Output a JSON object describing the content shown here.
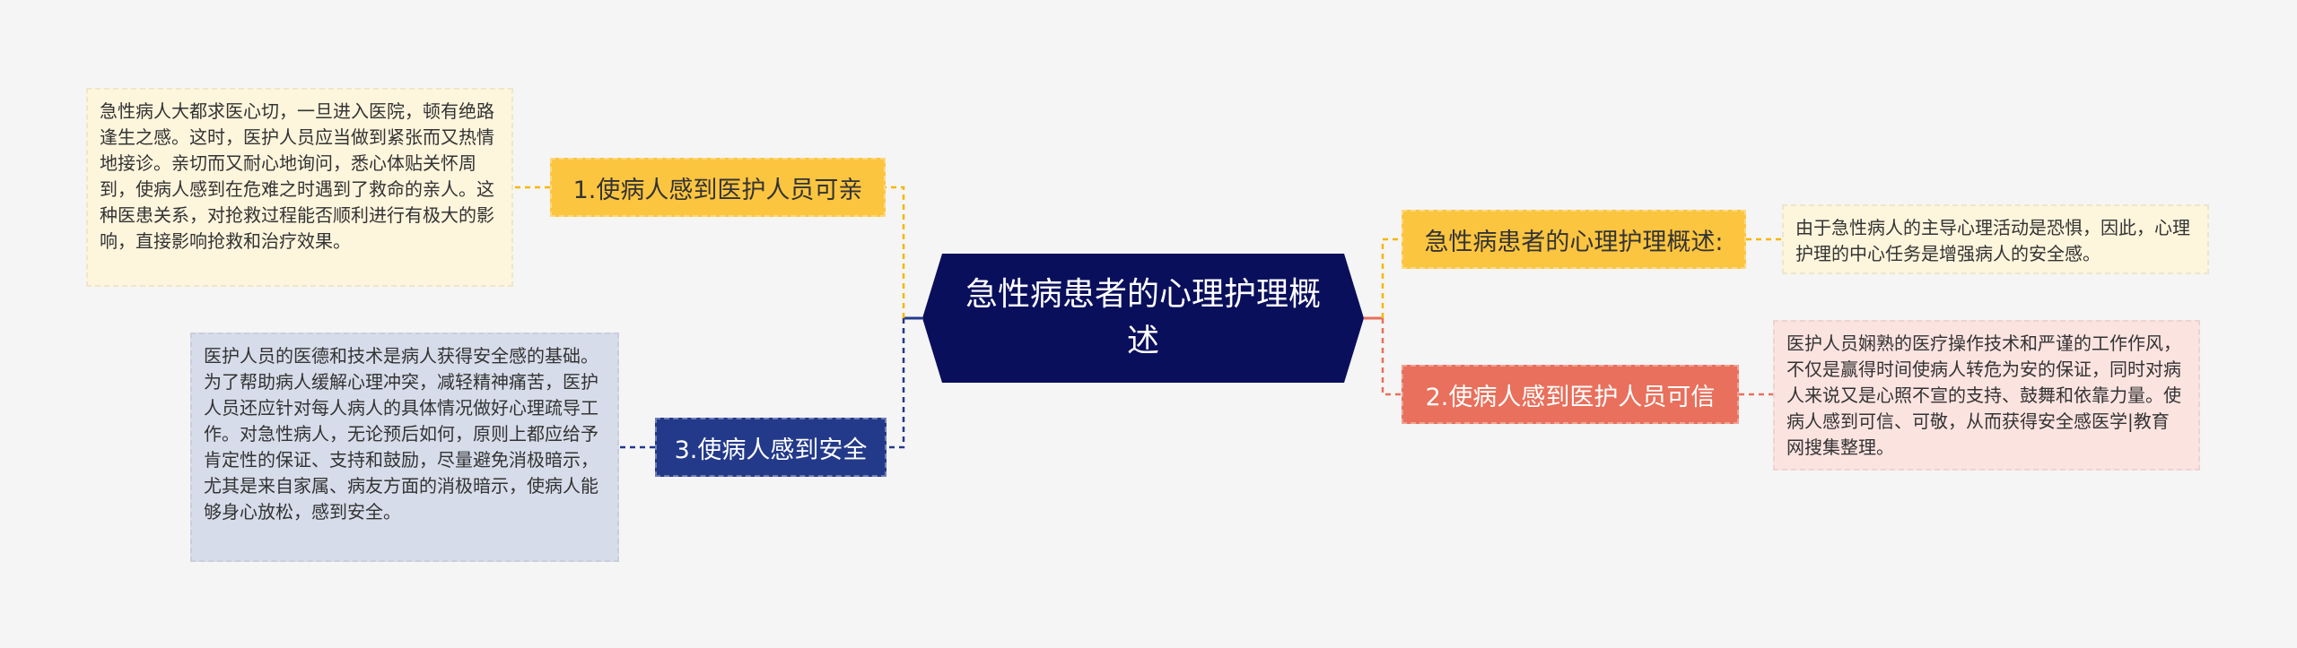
{
  "center": {
    "title": "急性病患者的心理护理概述",
    "bg": "#0a0f5c"
  },
  "branches": {
    "b1": {
      "label": "1.使病人感到医护人员可亲",
      "color": "#fcc540"
    },
    "b3": {
      "label": "3.使病人感到安全",
      "color": "#233a8a"
    },
    "b4": {
      "label": "急性病患者的心理护理概述:",
      "color": "#fcc540"
    },
    "b2": {
      "label": "2.使病人感到医护人员可信",
      "color": "#e8705c"
    }
  },
  "notes": {
    "n1": "急性病人大都求医心切，一旦进入医院，顿有绝路逢生之感。这时，医护人员应当做到紧张而又热情地接诊。亲切而又耐心地询问，悉心体贴关怀周到，使病人感到在危难之时遇到了救命的亲人。这种医患关系，对抢救过程能否顺利进行有极大的影响，直接影响抢救和治疗效果。",
    "n3": "医护人员的医德和技术是病人获得安全感的基础。为了帮助病人缓解心理冲突，减轻精神痛苦，医护人员还应针对每人病人的具体情况做好心理疏导工作。对急性病人，无论预后如何，原则上都应给予肯定性的保证、支持和鼓励，尽量避免消极暗示，尤其是来自家属、病友方面的消极暗示，使病人能够身心放松，感到安全。",
    "n4": "由于急性病人的主导心理活动是恐惧，因此，心理护理的中心任务是增强病人的安全感。",
    "n2": "医护人员娴熟的医疗操作技术和严谨的工作作风，不仅是赢得时间使病人转危为安的保证，同时对病人来说又是心照不宣的支持、鼓舞和依靠力量。使病人感到可信、可敬，从而获得安全感医学|教育网搜集整理。"
  },
  "colors": {
    "background": "#f5f5f5",
    "yellow_link": "#f5b700",
    "blue_link": "#233a8a",
    "red_link": "#e8705c"
  }
}
